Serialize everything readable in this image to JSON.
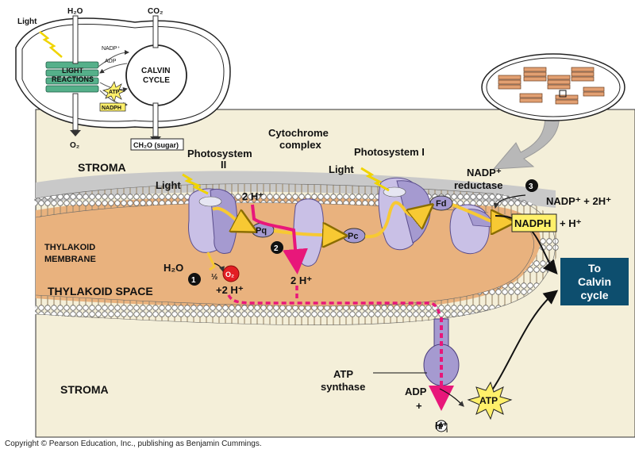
{
  "colors": {
    "stroma_bg": "#f4efd9",
    "thylakoid_space": "#e9b27e",
    "membrane_head": "#ffffff",
    "membrane_tail": "#b8a890",
    "protein": "#c9c0e6",
    "protein_dark": "#a59ad0",
    "electron_flow": "#f7c933",
    "proton_flow": "#e8177a",
    "calvin_box": "#0d4e6e",
    "nadph_box": "#fff06a",
    "gray_arrow": "#b8b8b8"
  },
  "inset": {
    "h2o": "H₂O",
    "co2": "CO₂",
    "light": "Light",
    "light_reactions_line1": "LIGHT",
    "light_reactions_line2": "REACTIONS",
    "calvin_line1": "CALVIN",
    "calvin_line2": "CYCLE",
    "nadp": "NADP⁺",
    "adp": "ADP",
    "atp": "ATP",
    "nadph": "NADPH",
    "o2": "O₂",
    "sugar": "CH₂O (sugar)"
  },
  "main": {
    "stroma_top": "STROMA",
    "stroma_bottom": "STROMA",
    "thylakoid_membrane_line1": "THYLAKOID",
    "thylakoid_membrane_line2": "MEMBRANE",
    "thylakoid_space": "THYLAKOID SPACE",
    "photosystem2_line1": "Photosystem",
    "photosystem2_line2": "II",
    "cytochrome_line1": "Cytochrome",
    "cytochrome_line2": "complex",
    "photosystem1": "Photosystem I",
    "nadp_reductase_line1": "NADP⁺",
    "nadp_reductase_line2": "reductase",
    "light_left": "Light",
    "light_right": "Light",
    "two_h_top": "2 H⁺",
    "two_h_inner": "2 H⁺",
    "pq": "Pq",
    "pc": "Pc",
    "fd": "Fd",
    "h2o": "H₂O",
    "half": "½",
    "o2": "O₂",
    "plus_two_h": "+2 H⁺",
    "nadp_plus_2h": "NADP⁺ + 2H⁺",
    "nadph": "NADPH",
    "plus_h": "+ H⁺",
    "to_calvin_line1": "To",
    "to_calvin_line2": "Calvin",
    "to_calvin_line3": "cycle",
    "atp_synthase_line1": "ATP",
    "atp_synthase_line2": "synthase",
    "adp": "ADP",
    "plus": "+",
    "pi": "P",
    "pi_sub": "i",
    "atp": "ATP",
    "h_plus_bottom": "H⁺",
    "step1": "1",
    "step2": "2",
    "step3": "3"
  },
  "copyright": "Copyright © Pearson Education, Inc., publishing as Benjamin Cummings."
}
